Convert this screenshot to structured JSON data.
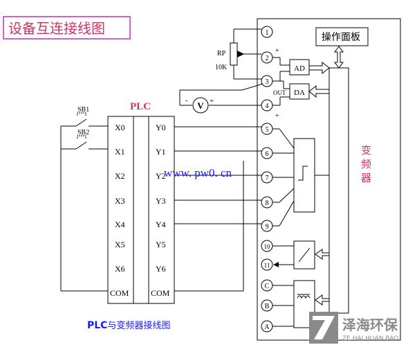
{
  "header": {
    "title": "设备互连接线图"
  },
  "plc": {
    "title": "PLC",
    "inputs": [
      "X0",
      "X1",
      "X2",
      "X3",
      "X4",
      "X5",
      "X6",
      "COM"
    ],
    "outputs": [
      "Y0",
      "Y1",
      "Y2",
      "Y3",
      "Y4",
      "Y5",
      "Y6",
      "COM"
    ]
  },
  "switches": {
    "sb1": "SB1",
    "sb2": "SB2"
  },
  "pot": {
    "name": "RP",
    "value": "10K"
  },
  "meter": {
    "symbol": "V",
    "minus": "-",
    "plus": "+"
  },
  "inverter": {
    "panel": "操作面板",
    "name_chars": [
      "变",
      "频",
      "器"
    ],
    "ad": "AD",
    "da": "DA",
    "out": "OUT",
    "plus_2": "+",
    "plus_4": "+",
    "terminals": [
      "1",
      "2",
      "3",
      "4",
      "5",
      "6",
      "7",
      "8",
      "9",
      "10",
      "11",
      "C",
      "B",
      "A"
    ]
  },
  "watermark": "www. pw0. cn",
  "caption": {
    "bold": "PLC",
    "rest": "与变频器接线图"
  },
  "logo": {
    "cn": "泽海环保",
    "en": "ZE HAI HUAN BAO"
  },
  "colors": {
    "title_border": "#cc66cc",
    "plc_title": "#cc3366",
    "inverter_label": "#cc3366",
    "watermark": "#1a1aff",
    "caption": "#1a1aff"
  }
}
